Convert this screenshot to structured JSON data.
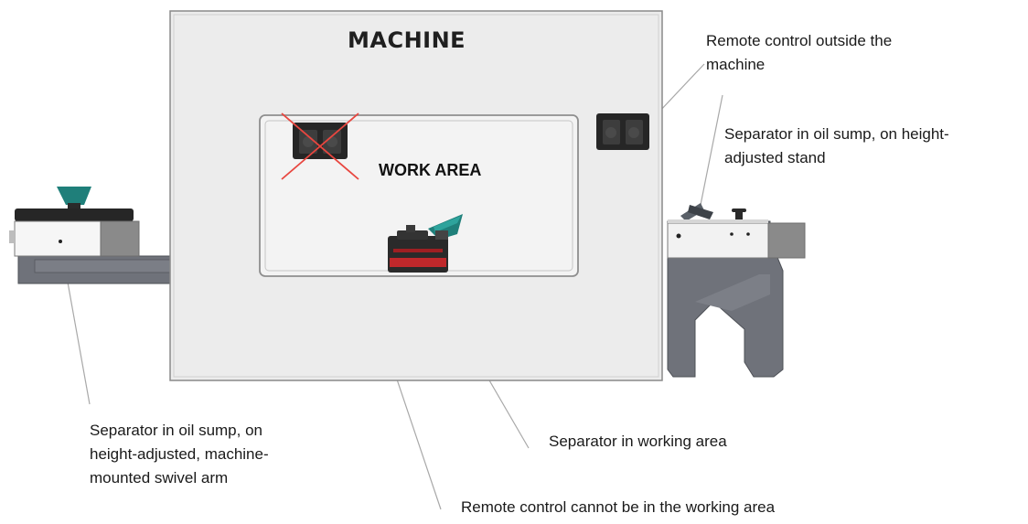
{
  "machine": {
    "title": "MACHINE",
    "work_area_title": "WORK AREA"
  },
  "labels": {
    "remote_outside": [
      "Remote control outside the",
      "machine"
    ],
    "separator_stand": [
      "Separator in oil sump, on height-",
      "adjusted stand"
    ],
    "separator_arm": [
      "Separator in oil sump, on",
      "height-adjusted, machine-",
      "mounted swivel arm"
    ],
    "separator_working": "Separator in working area",
    "remote_not_allowed": "Remote control cannot be in the working area"
  },
  "colors": {
    "machine_panel": "#ececec",
    "outline": "#8a8a8a",
    "cross": "#e8463f",
    "separator_red": "#c0282b",
    "teal": "#1f7f7a",
    "steel": "#6d7078"
  }
}
